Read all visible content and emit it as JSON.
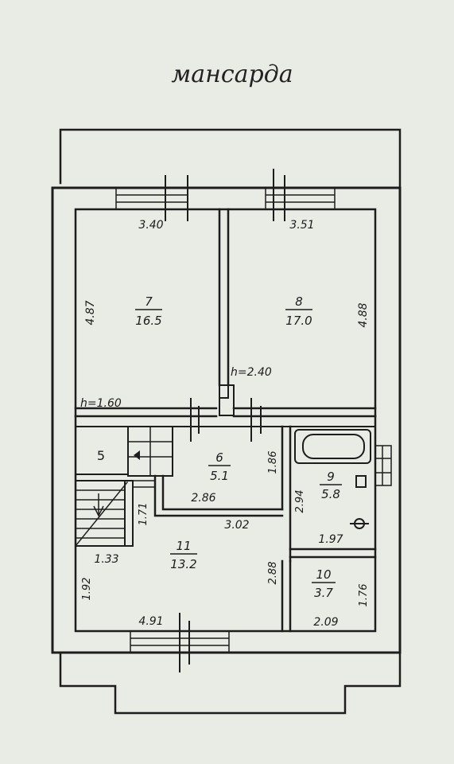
{
  "title": "мансарда",
  "rooms": [
    {
      "id": "7",
      "number": "7",
      "area": "16.5"
    },
    {
      "id": "8",
      "number": "8",
      "area": "17.0"
    },
    {
      "id": "6",
      "number": "6",
      "area": "5.1"
    },
    {
      "id": "9",
      "number": "9",
      "area": "5.8"
    },
    {
      "id": "10",
      "number": "10",
      "area": "3.7"
    },
    {
      "id": "11",
      "number": "11",
      "area": "13.2"
    },
    {
      "id": "5",
      "number": "5",
      "area": ""
    }
  ],
  "dimensions": {
    "d_3_40": "3.40",
    "d_3_51": "3.51",
    "d_4_87": "4.87",
    "d_4_88": "4.88",
    "d_h_2_40": "h=2.40",
    "d_h_1_60": "h=1.60",
    "d_1_86": "1.86",
    "d_2_86": "2.86",
    "d_3_02": "3.02",
    "d_2_94": "2.94",
    "d_1_97": "1.97",
    "d_1_71": "1.71",
    "d_1_33": "1.33",
    "d_2_88": "2.88",
    "d_1_76": "1.76",
    "d_2_09": "2.09",
    "d_1_92": "1.92",
    "d_4_91": "4.91"
  },
  "colors": {
    "background": "#e9ebe5",
    "line": "#1d1d1d"
  }
}
